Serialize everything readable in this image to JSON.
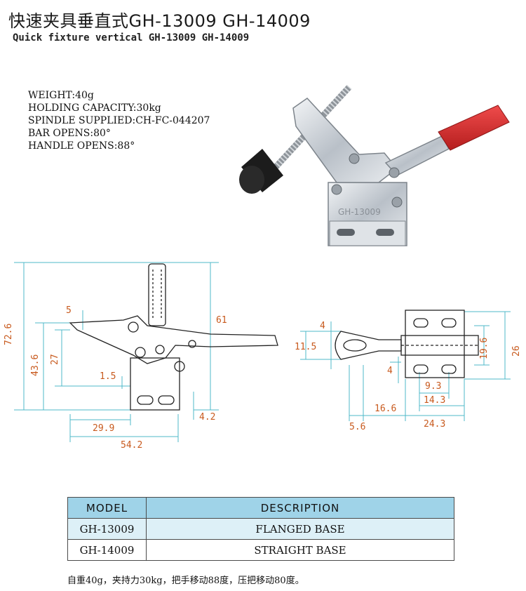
{
  "title": {
    "cn": "快速夹具垂直式GH-13009 GH-14009",
    "en": "Quick fixture vertical GH-13009 GH-14009"
  },
  "specs": [
    "WEIGHT:40g",
    "HOLDING CAPACITY:30kg",
    "SPINDLE SUPPLIED:CH-FC-044207",
    "BAR OPENS:80°",
    "HANDLE OPENS:88°"
  ],
  "photo": {
    "stamp": "GH-13009"
  },
  "side_view_dims": {
    "d72_6": "72.6",
    "d43_6": "43.6",
    "d27": "27",
    "d5": "5",
    "d1_5": "1.5",
    "d61": "61",
    "d29_9": "29.9",
    "d54_2": "54.2",
    "d4_2": "4.2"
  },
  "top_view_dims": {
    "d4a": "4",
    "d11_5": "11.5",
    "d4b": "4",
    "d19_6": "19.6",
    "d26": "26",
    "d9_3": "9.3",
    "d14_3": "14.3",
    "d16_6": "16.6",
    "d5_6": "5.6",
    "d24_3": "24.3"
  },
  "table": {
    "headers": [
      "MODEL",
      "DESCRIPTION"
    ],
    "rows": [
      [
        "GH-13009",
        "FLANGED BASE"
      ],
      [
        "GH-14009",
        "STRAIGHT BASE"
      ]
    ]
  },
  "footnote": "自重40g，夹持力30kg，把手移动88度，压把移动80度。",
  "colors": {
    "dimension_text": "#c85a1e",
    "dimension_line": "#4fb8c8",
    "header_bg": "#9fd3e8",
    "row1_bg": "#ddf0f7",
    "handle_red": "#d42a2a"
  }
}
